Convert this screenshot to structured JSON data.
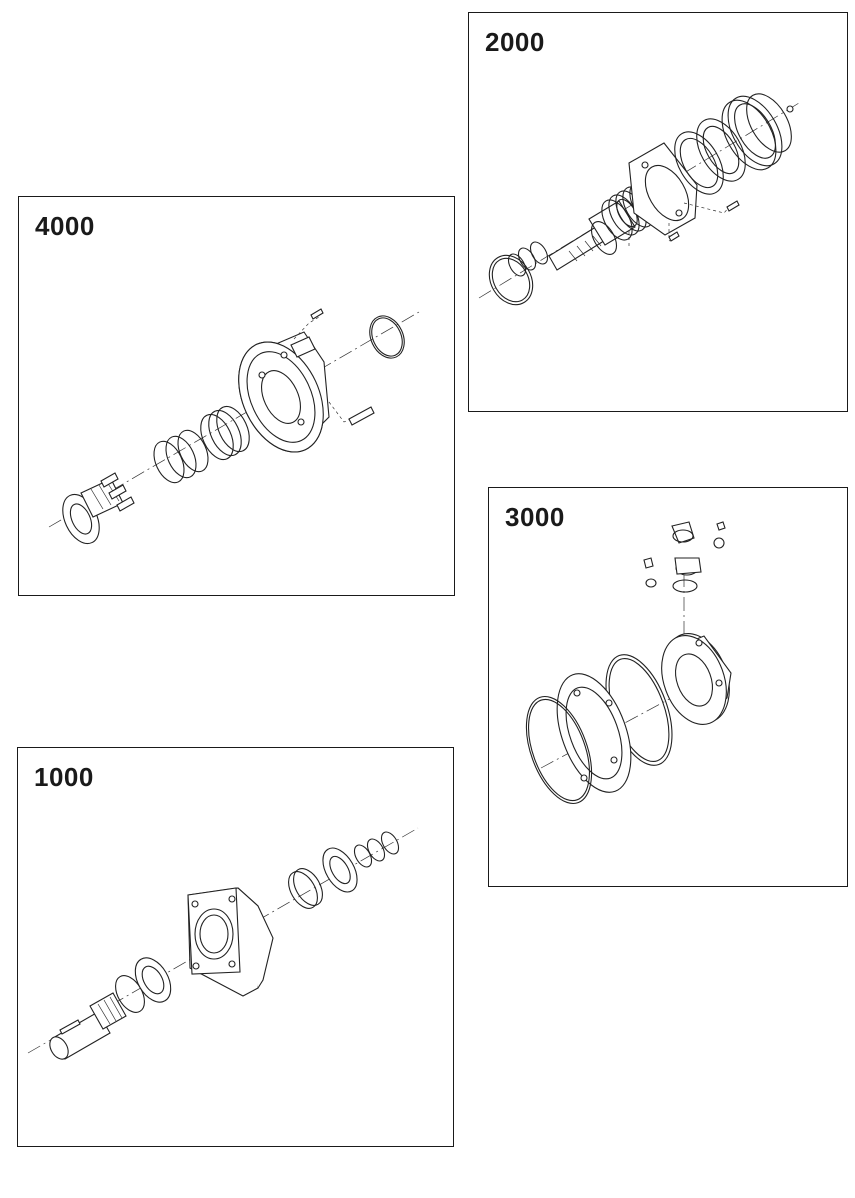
{
  "panels": {
    "p2000": {
      "label": "2000"
    },
    "p4000": {
      "label": "4000"
    },
    "p3000": {
      "label": "3000"
    },
    "p1000": {
      "label": "1000"
    }
  },
  "colors": {
    "line": "#222222",
    "background": "#ffffff"
  }
}
